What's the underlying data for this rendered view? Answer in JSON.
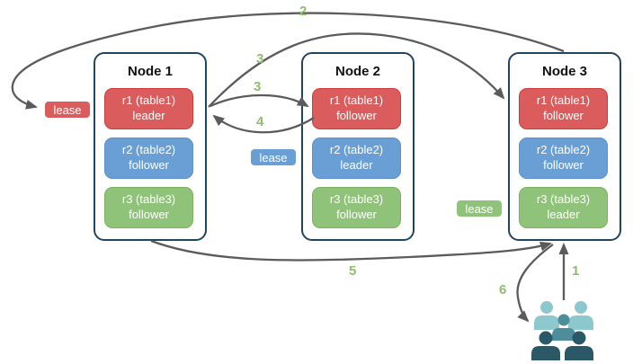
{
  "diagram": {
    "nodes": [
      {
        "title": "Node 1",
        "replicas": [
          {
            "label": "r1 (table1)",
            "role": "leader"
          },
          {
            "label": "r2 (table2)",
            "role": "follower"
          },
          {
            "label": "r3 (table3)",
            "role": "follower"
          }
        ]
      },
      {
        "title": "Node 2",
        "replicas": [
          {
            "label": "r1 (table1)",
            "role": "follower"
          },
          {
            "label": "r2 (table2)",
            "role": "leader"
          },
          {
            "label": "r3 (table3)",
            "role": "follower"
          }
        ]
      },
      {
        "title": "Node 3",
        "replicas": [
          {
            "label": "r1 (table1)",
            "role": "follower"
          },
          {
            "label": "r2 (table2)",
            "role": "follower"
          },
          {
            "label": "r3 (table3)",
            "role": "leader"
          }
        ]
      }
    ],
    "leases": [
      {
        "label": "lease",
        "color": "#db5c5c"
      },
      {
        "label": "lease",
        "color": "#699fd4"
      },
      {
        "label": "lease",
        "color": "#90c37a"
      }
    ],
    "steps": {
      "s1": "1",
      "s2": "2",
      "s3a": "3",
      "s3b": "3",
      "s4": "4",
      "s5": "5",
      "s6": "6"
    },
    "icons": {
      "users": "users-group"
    },
    "colors": {
      "replica_red": "#db5c5c",
      "replica_red_border": "#d13b3b",
      "replica_blue": "#699fd4",
      "replica_blue_border": "#5a91c9",
      "replica_green": "#90c37a",
      "replica_green_border": "#7cb25f",
      "node_border": "#23445d",
      "arrow": "#5b5b5b",
      "step_label": "#8dbf6e",
      "users_light": "#8cc8cd",
      "users_medium": "#4e8d9b",
      "users_dark": "#2b5866"
    }
  }
}
